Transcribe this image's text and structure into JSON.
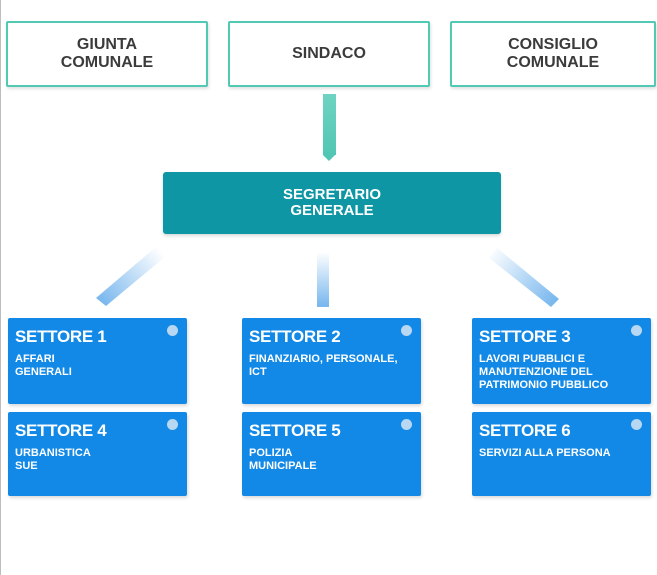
{
  "top_boxes": {
    "giunta": "GIUNTA\nCOMUNALE",
    "sindaco": "SINDACO",
    "consiglio": "CONSIGLIO\nCOMUNALE"
  },
  "segretario": "SEGRETARIO\nGENERALE",
  "settori": [
    {
      "title": "SETTORE 1",
      "desc": "AFFARI\nGENERALI"
    },
    {
      "title": "SETTORE 2",
      "desc": "FINANZIARIO, PERSONALE,\nICT"
    },
    {
      "title": "SETTORE 3",
      "desc": "LAVORI PUBBLICI E\nMANUTENZIONE DEL\nPATRIMONIO PUBBLICO"
    },
    {
      "title": "SETTORE 4",
      "desc": "URBANISTICA\nSUE"
    },
    {
      "title": "SETTORE 5",
      "desc": "POLIZIA\nMUNICIPALE"
    },
    {
      "title": "SETTORE 6",
      "desc": "SERVIZI ALLA PERSONA"
    }
  ],
  "colors": {
    "top_border": "#52c9b3",
    "segretario_bg": "#0f96a4",
    "settore_bg": "#1289e6",
    "connector": "#52c6b4",
    "arrow": "#7ab8ee"
  }
}
